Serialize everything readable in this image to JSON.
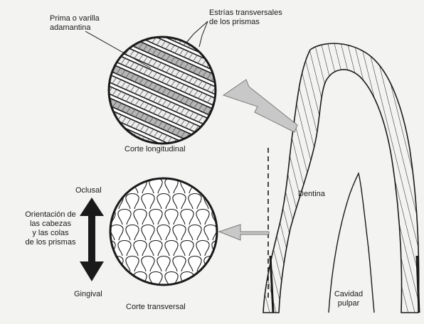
{
  "labels": {
    "prisma_line1": "Prima o varilla",
    "prisma_line2": "adamantina",
    "estrias_line1": "Estrías transversales",
    "estrias_line2": "de los prismas",
    "corte_longitudinal": "Corte longitudinal",
    "oclusal": "Oclusal",
    "orientacion_line1": "Orientación de",
    "orientacion_line2": "las cabezas",
    "orientacion_line3": "y las colas",
    "orientacion_line4": "de los prismas",
    "gingival": "Gingival",
    "corte_transversal": "Corte transversal",
    "dentina": "Dentina",
    "cavidad_line1": "Cavidad",
    "cavidad_line2": "pulpar"
  },
  "colors": {
    "ink": "#1a1a1a",
    "background": "#f3f3f1",
    "enamel_fill": "#ffffff",
    "arrow_fill": "#c8c8c8",
    "prism_shade": "#9a9a9a"
  }
}
